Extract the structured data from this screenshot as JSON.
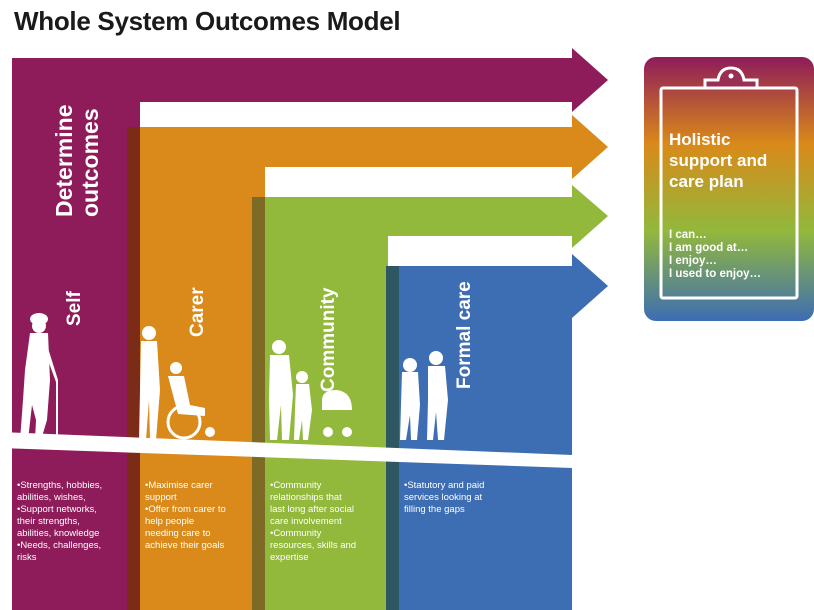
{
  "title": "Whole System Outcomes Model",
  "colors": {
    "self": "#8e1b5a",
    "carer": "#d98a1a",
    "community": "#92b83c",
    "formal": "#3d6db3",
    "shadow": "#6b1a1a"
  },
  "determine_label": "Determine\noutcomes",
  "columns": [
    {
      "label": "Self",
      "bullets": [
        "•Strengths, hobbies,",
        "abilities, wishes,",
        "•Support networks,",
        "their strengths,",
        "abilities, knowledge",
        "•Needs, challenges,",
        "risks"
      ]
    },
    {
      "label": "Carer",
      "bullets": [
        "•Maximise carer",
        "support",
        "•Offer from carer to",
        "help people",
        "needing care to",
        "achieve their goals"
      ]
    },
    {
      "label": "Community",
      "bullets": [
        "•Community",
        "relationships that",
        "last long after social",
        "care involvement",
        "•Community",
        "resources, skills and",
        "expertise"
      ]
    },
    {
      "label": "Formal care",
      "bullets": [
        "•Statutory and paid",
        "services looking at",
        "filling the gaps"
      ]
    }
  ],
  "plan": {
    "heading": [
      "Holistic",
      "support and",
      "care plan"
    ],
    "items": [
      "I can…",
      "I am good at…",
      "I enjoy…",
      "I used to enjoy…"
    ],
    "icon": "clipboard-icon",
    "gradient": [
      "#8e1b5a",
      "#d98a1a",
      "#92b83c",
      "#3d6db3"
    ]
  },
  "figures": [
    "elderly-man-with-cane-icon",
    "carer-with-wheelchair-icon",
    "family-with-pram-icon",
    "carer-supporting-person-icon"
  ]
}
